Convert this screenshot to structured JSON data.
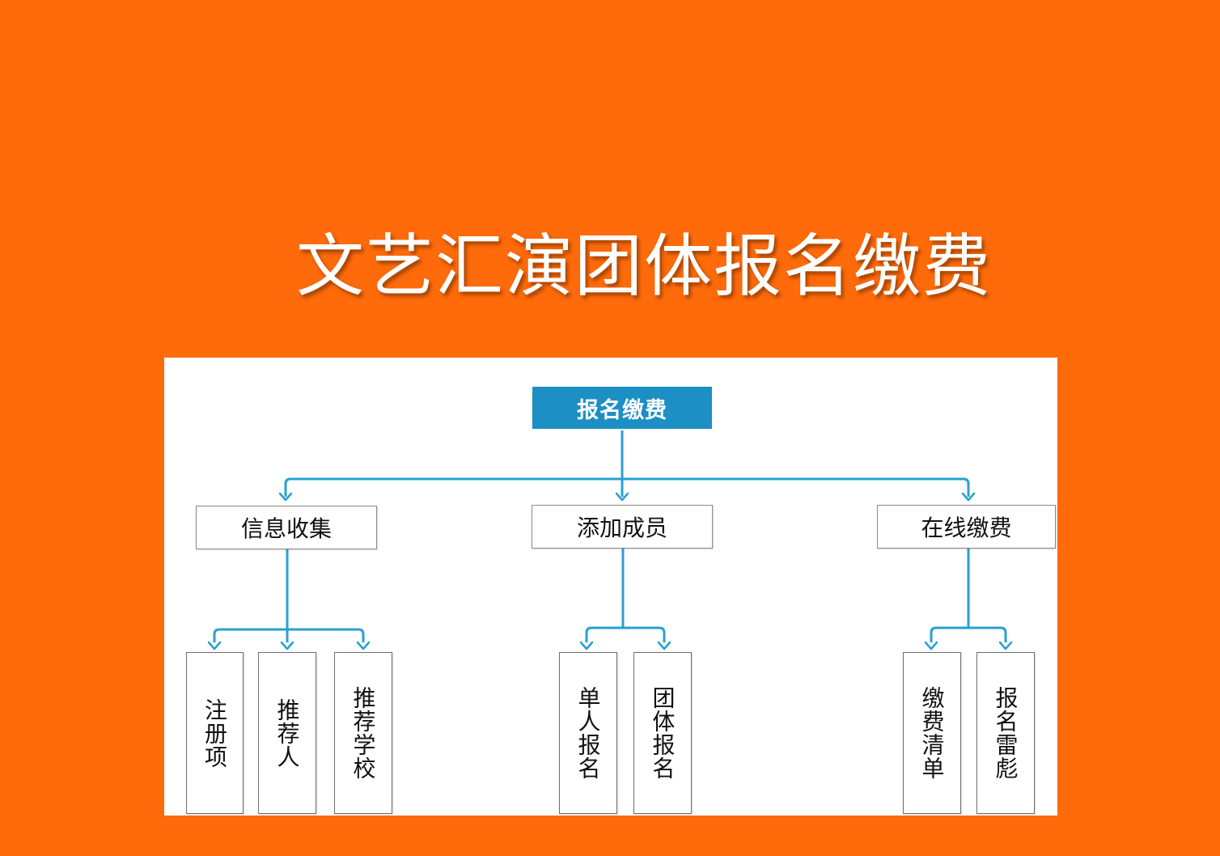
{
  "title": "文艺汇演团体报名缴费",
  "diagram": {
    "root": "报名缴费",
    "branches": [
      {
        "label": "信息收集",
        "children": [
          "注册项",
          "推荐人",
          "推荐学校"
        ]
      },
      {
        "label": "添加成员",
        "children": [
          "单人报名",
          "团体报名"
        ]
      },
      {
        "label": "在线缴费",
        "children": [
          "缴费清单",
          "报名雷彪"
        ]
      }
    ]
  },
  "colors": {
    "background": "#ff6a0a",
    "root_fill": "#1c8fc4",
    "connector": "#2aa0cf"
  }
}
